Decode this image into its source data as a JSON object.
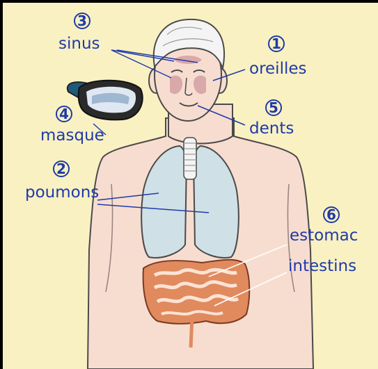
{
  "colors": {
    "background": "#f9f1c2",
    "skin": "#f7ddd0",
    "outline": "#4a4a4a",
    "lung": "#cfe0e6",
    "intestine": "#e08a5e",
    "sinus": "#d9a9aa",
    "label": "#1f3aa8",
    "border": "#000000"
  },
  "labels": [
    {
      "id": "sinus",
      "number": "3",
      "text": "sinus"
    },
    {
      "id": "oreilles",
      "number": "1",
      "text": "oreilles"
    },
    {
      "id": "masque",
      "number": "4",
      "text": "masque"
    },
    {
      "id": "dents",
      "number": "5",
      "text": "dents"
    },
    {
      "id": "poumons",
      "number": "2",
      "text": "poumons"
    },
    {
      "id": "estomac",
      "number": "6",
      "text": "estomac"
    },
    {
      "id": "intestins",
      "number": "",
      "text": "intestins"
    }
  ]
}
